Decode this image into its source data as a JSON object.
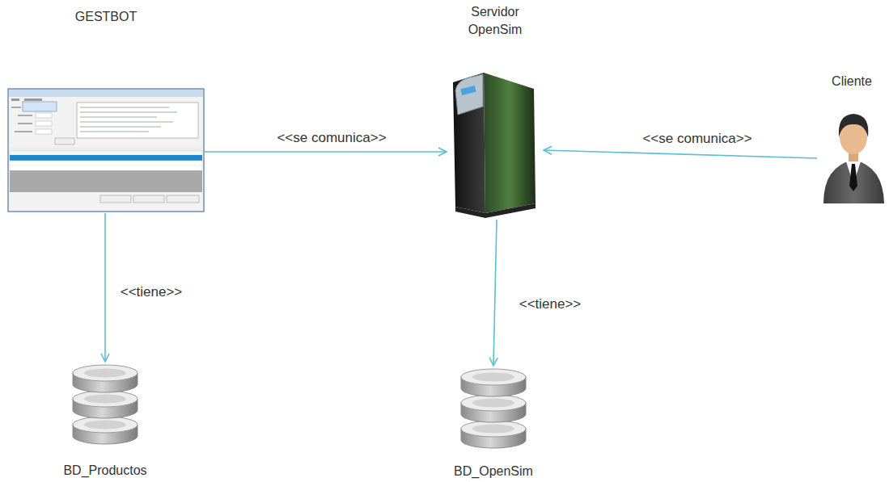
{
  "diagram": {
    "nodes": [
      {
        "text": [
          "GESTBOT"
        ]
      },
      {
        "text": [
          "Servidor OpenSim"
        ]
      },
      {
        "text": [
          "Cliente"
        ]
      },
      {
        "text": [
          "BD_Productos"
        ]
      },
      {
        "text": [
          "BD_OpenSim"
        ]
      }
    ],
    "edges": [
      {
        "from": 0,
        "to": 1,
        "label": "<<se comunica>>",
        "arrow": "to"
      },
      {
        "from": 2,
        "to": 1,
        "label": "<<se comunica>>",
        "arrow": "to"
      },
      {
        "from": 0,
        "to": 3,
        "label": "<<tiene>>",
        "arrow": "to"
      },
      {
        "from": 1,
        "to": 4,
        "label": "<<tiene>>",
        "arrow": "to"
      }
    ]
  }
}
